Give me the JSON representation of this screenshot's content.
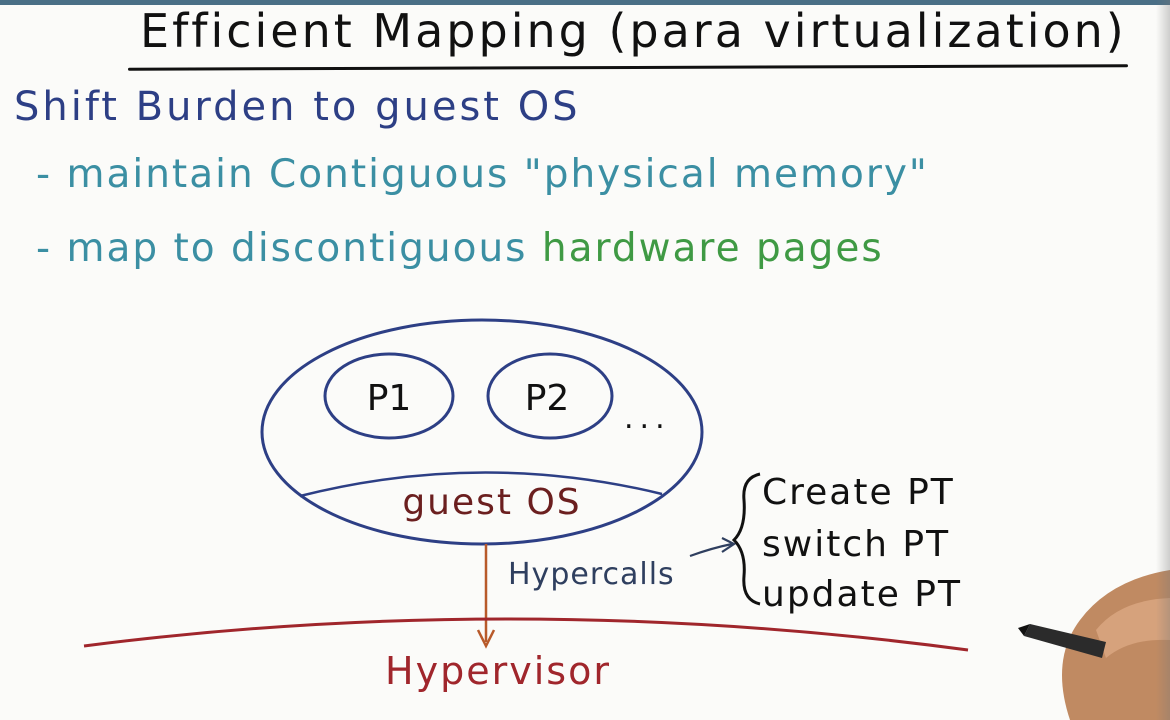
{
  "title": "Efficient Mapping (para virtualization)",
  "bullets": {
    "heading": "Shift Burden to guest OS",
    "item1": "- maintain Contiguous \"physical memory\"",
    "item2_prefix": "- map to discontiguous",
    "item2_highlight": "hardware pages"
  },
  "diagram": {
    "processes": [
      "P1",
      "P2"
    ],
    "ellipsis": "...",
    "guest_label": "guest OS",
    "hypercalls_label": "Hypercalls",
    "calls": [
      "Create PT",
      "switch PT",
      "update PT"
    ],
    "hypervisor_label": "Hypervisor"
  },
  "colors": {
    "title": "#111111",
    "heading": "#2d3f85",
    "bullets": "#3b8fa3",
    "highlight": "#3f9a44",
    "outline": "#2d3f85",
    "guest_text": "#6b1f1f",
    "hypervisor": "#a0262c",
    "arrow": "#b85a2a",
    "annotation": "#2f3f5f"
  }
}
